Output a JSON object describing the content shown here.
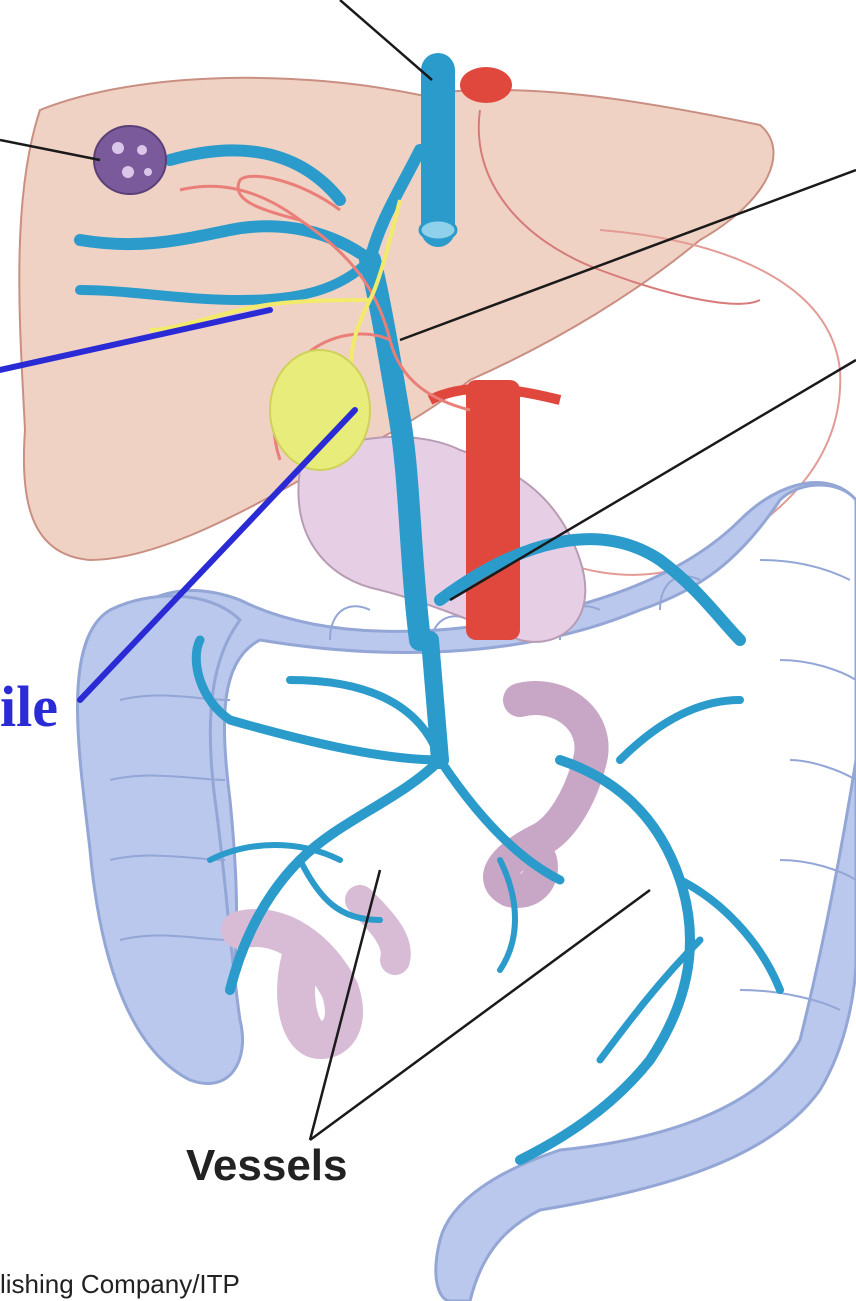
{
  "figure": {
    "labels": {
      "bile": "ile",
      "vessels": "Vessels",
      "credit": "lishing Company/ITP"
    },
    "colors": {
      "liver": "#f0d2c4",
      "liver_outline": "#c98f82",
      "portal_vein": "#2b9bcc",
      "colon": "#b9c8ec",
      "colon_outline": "#93a6d6",
      "stomach": "#e6cfe4",
      "aorta": "#e0483e",
      "bile_duct": "#f2ea6a",
      "gallbladder": "#e8ec7a",
      "pointer_blue": "#2b2bd6",
      "pointer_black": "#1a1a1a",
      "hepatic_node": "#7a5a9a"
    },
    "icons": [
      "liver-shape",
      "hepatic-portal-vein",
      "colon",
      "small-intestine",
      "stomach",
      "aorta",
      "gallbladder"
    ]
  }
}
